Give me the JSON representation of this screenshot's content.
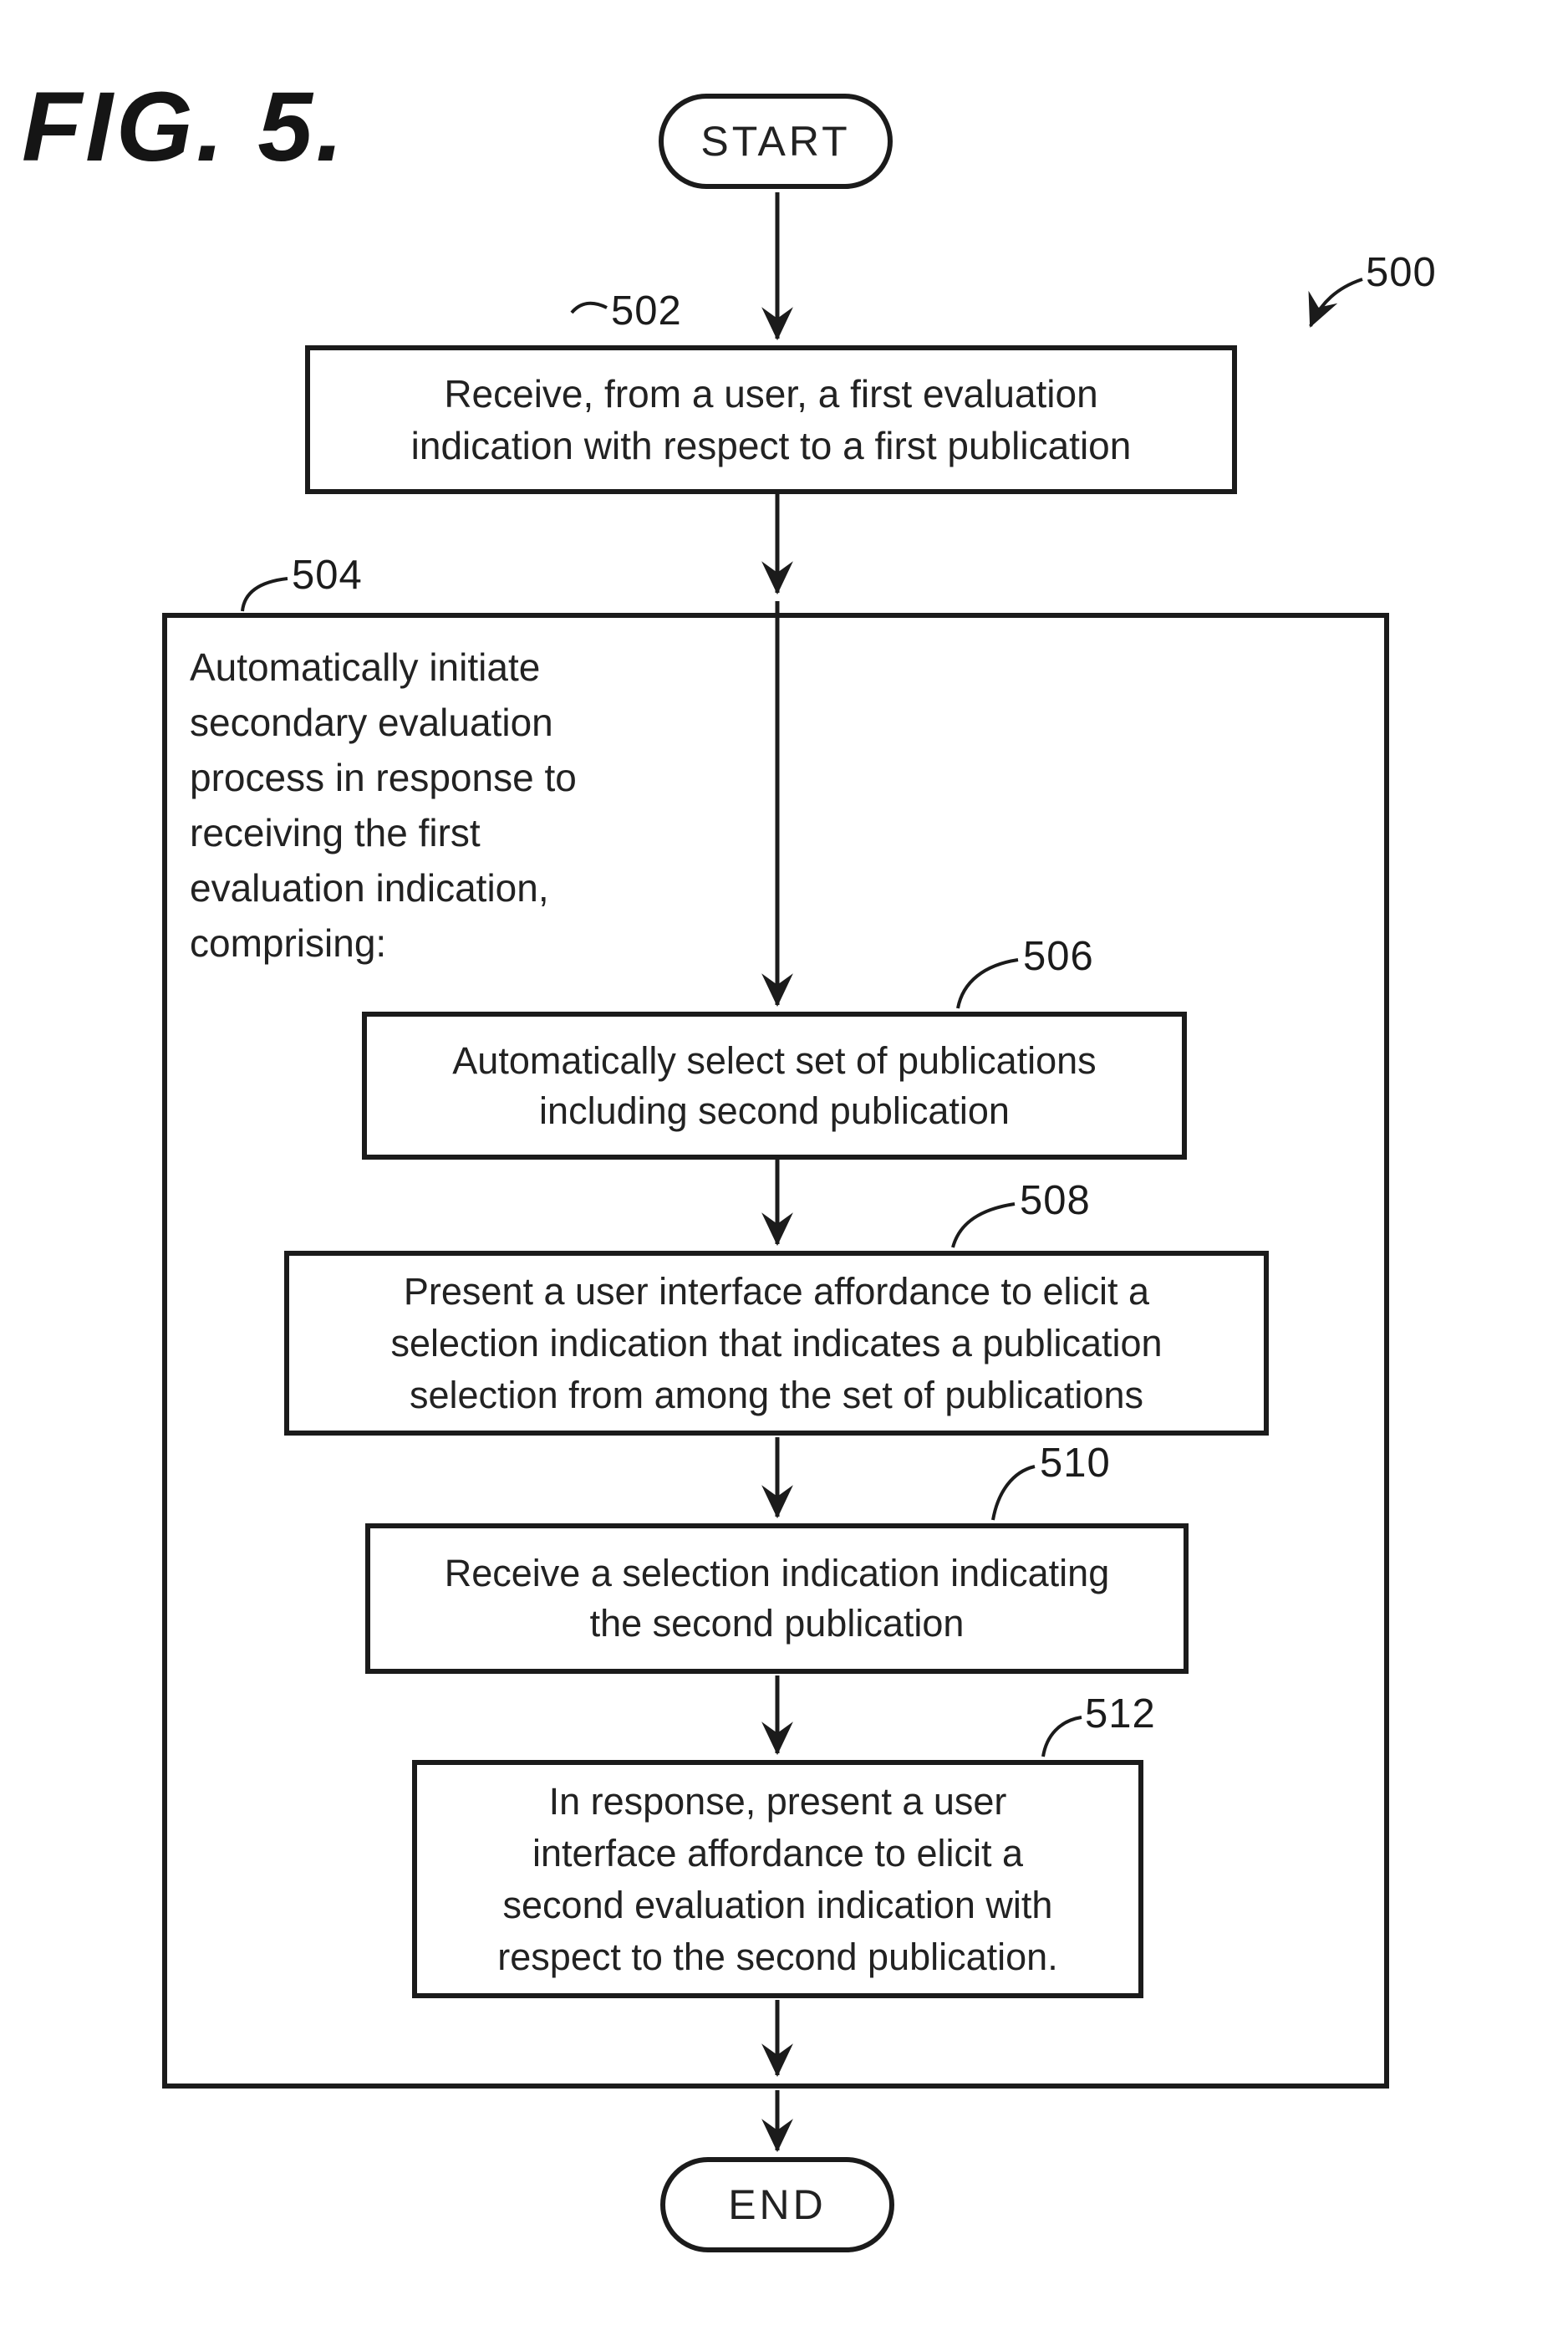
{
  "figure": {
    "title": "FIG. 5.",
    "diagram_ref": "500"
  },
  "flowchart": {
    "start_label": "START",
    "end_label": "END",
    "nodes": [
      {
        "ref": "502",
        "lines": [
          "Receive, from a user, a first evaluation",
          "indication with respect to a first publication"
        ]
      },
      {
        "ref": "504",
        "lines": [
          "Automatically initiate",
          "secondary evaluation",
          "process in response to",
          "receiving the first",
          "evaluation indication,",
          "comprising:"
        ]
      },
      {
        "ref": "506",
        "lines": [
          "Automatically select set of publications",
          "including second publication"
        ]
      },
      {
        "ref": "508",
        "lines": [
          "Present a user interface affordance to elicit a",
          "selection indication that indicates a publication",
          "selection from among the set of publications"
        ]
      },
      {
        "ref": "510",
        "lines": [
          "Receive a selection indication indicating",
          "the second publication"
        ]
      },
      {
        "ref": "512",
        "lines": [
          "In response, present a user",
          "interface affordance to elicit a",
          "second evaluation indication with",
          "respect to the second publication."
        ]
      }
    ]
  },
  "colors": {
    "ink": "#1b1b1b",
    "background": "#ffffff"
  }
}
